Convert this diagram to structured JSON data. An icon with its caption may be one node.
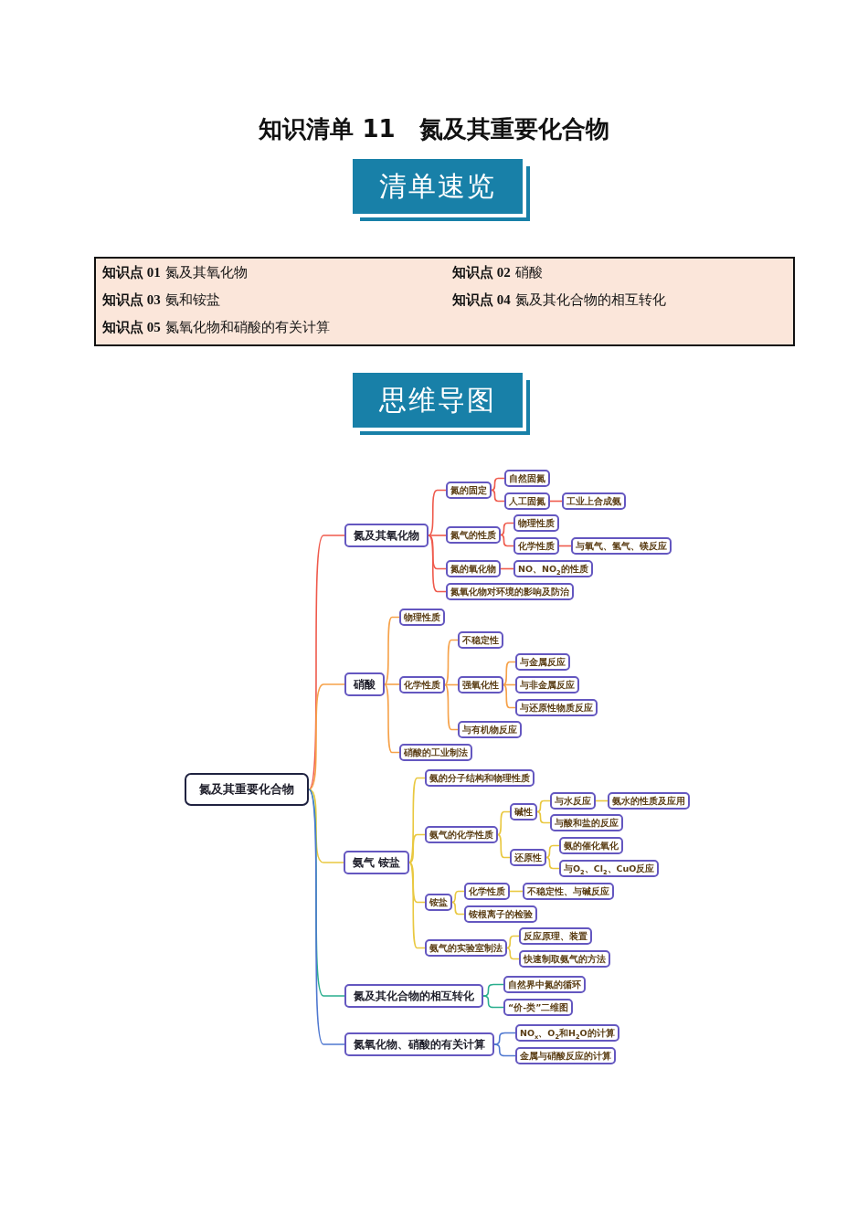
{
  "diagram": {
    "title": "知识清单 11　氮及其重要化合物",
    "labels": [
      "清单速览",
      "**知识点 01** 氮及其氧化物",
      "**知识点 02** 硝酸",
      "**知识点 03** 氨和铵盐",
      "**知识点 04** 氮及其化合物的相互转化",
      "**知识点 05** 氮氧化物和硝酸的有关计算",
      "思维导图"
    ],
    "nodes": [
      {
        "text": [
          "氮及其重要化合物"
        ]
      },
      {
        "text": [
          "氮及其氧化物"
        ]
      },
      {
        "text": [
          "氮的固定"
        ]
      },
      {
        "text": [
          "自然固氮"
        ]
      },
      {
        "text": [
          "人工固氮"
        ]
      },
      {
        "text": [
          "工业上合成氨"
        ]
      },
      {
        "text": [
          "氮气的性质"
        ]
      },
      {
        "text": [
          "物理性质"
        ]
      },
      {
        "text": [
          "化学性质"
        ]
      },
      {
        "text": [
          "与氧气、氢气、镁反应"
        ]
      },
      {
        "text": [
          "氮的氧化物"
        ]
      },
      {
        "text": [
          "NO、NO$_{2}$的性质"
        ]
      },
      {
        "text": [
          "氮氧化物对环境的影响及防治"
        ]
      },
      {
        "text": [
          "硝酸"
        ]
      },
      {
        "text": [
          "物理性质"
        ]
      },
      {
        "text": [
          "化学性质"
        ]
      },
      {
        "text": [
          "不稳定性"
        ]
      },
      {
        "text": [
          "强氧化性"
        ]
      },
      {
        "text": [
          "与金属反应"
        ]
      },
      {
        "text": [
          "与非金属反应"
        ]
      },
      {
        "text": [
          "与还原性物质反应"
        ]
      },
      {
        "text": [
          "与有机物反应"
        ]
      },
      {
        "text": [
          "硝酸的工业制法"
        ]
      },
      {
        "text": [
          "氨气 铵盐"
        ]
      },
      {
        "text": [
          "氨的分子结构和物理性质"
        ]
      },
      {
        "text": [
          "氨气的化学性质"
        ]
      },
      {
        "text": [
          "碱性"
        ]
      },
      {
        "text": [
          "与水反应"
        ]
      },
      {
        "text": [
          "氨水的性质及应用"
        ]
      },
      {
        "text": [
          "与酸和盐的反应"
        ]
      },
      {
        "text": [
          "还原性"
        ]
      },
      {
        "text": [
          "氨的催化氧化"
        ]
      },
      {
        "text": [
          "与O$_{2}$、Cl$_{2}$、CuO反应"
        ]
      },
      {
        "text": [
          "铵盐"
        ]
      },
      {
        "text": [
          "化学性质"
        ]
      },
      {
        "text": [
          "不稳定性、与碱反应"
        ]
      },
      {
        "text": [
          "铵根离子的检验"
        ]
      },
      {
        "text": [
          "氨气的实验室制法"
        ]
      },
      {
        "text": [
          "反应原理、装置"
        ]
      },
      {
        "text": [
          "快速制取氨气的方法"
        ]
      },
      {
        "text": [
          "氮及其化合物的相互转化"
        ]
      },
      {
        "text": [
          "自然界中氮的循环"
        ]
      },
      {
        "text": [
          "“价-类”二维图"
        ]
      },
      {
        "text": [
          "氮氧化物、硝酸的有关计算"
        ]
      },
      {
        "text": [
          "NO$_{x}$、O$_{2}$和H$_{2}$O的计算"
        ]
      },
      {
        "text": [
          "金属与硝酸反应的计算"
        ]
      }
    ],
    "edges": [
      {
        "from": 0,
        "to": 1,
        "arrow": "none",
        "color": "#ef5a4c"
      },
      {
        "from": 1,
        "to": 2,
        "arrow": "none",
        "color": "#ef5a4c"
      },
      {
        "from": 2,
        "to": 3,
        "arrow": "none",
        "color": "#ef5a4c"
      },
      {
        "from": 2,
        "to": 4,
        "arrow": "none",
        "color": "#ef5a4c"
      },
      {
        "from": 4,
        "to": 5,
        "arrow": "none",
        "color": "#ef5a4c"
      },
      {
        "from": 1,
        "to": 6,
        "arrow": "none",
        "color": "#ef5a4c"
      },
      {
        "from": 6,
        "to": 7,
        "arrow": "none",
        "color": "#ef5a4c"
      },
      {
        "from": 6,
        "to": 8,
        "arrow": "none",
        "color": "#ef5a4c"
      },
      {
        "from": 8,
        "to": 9,
        "arrow": "none",
        "color": "#ef5a4c"
      },
      {
        "from": 1,
        "to": 10,
        "arrow": "none",
        "color": "#ef5a4c"
      },
      {
        "from": 10,
        "to": 11,
        "arrow": "none",
        "color": "#ef5a4c"
      },
      {
        "from": 1,
        "to": 12,
        "arrow": "none",
        "color": "#ef5a4c"
      },
      {
        "from": 0,
        "to": 13,
        "arrow": "none",
        "color": "#f6a24a"
      },
      {
        "from": 13,
        "to": 14,
        "arrow": "none",
        "color": "#f6a24a"
      },
      {
        "from": 13,
        "to": 15,
        "arrow": "none",
        "color": "#f6a24a"
      },
      {
        "from": 15,
        "to": 16,
        "arrow": "none",
        "color": "#f6a24a"
      },
      {
        "from": 15,
        "to": 17,
        "arrow": "none",
        "color": "#f6a24a"
      },
      {
        "from": 17,
        "to": 18,
        "arrow": "none",
        "color": "#f6a24a"
      },
      {
        "from": 17,
        "to": 19,
        "arrow": "none",
        "color": "#f6a24a"
      },
      {
        "from": 17,
        "to": 20,
        "arrow": "none",
        "color": "#f6a24a"
      },
      {
        "from": 15,
        "to": 21,
        "arrow": "none",
        "color": "#f6a24a"
      },
      {
        "from": 13,
        "to": 22,
        "arrow": "none",
        "color": "#f6a24a"
      },
      {
        "from": 0,
        "to": 23,
        "arrow": "none"
      },
      {
        "from": 23,
        "to": 24,
        "arrow": "none"
      },
      {
        "from": 23,
        "to": 25,
        "arrow": "none"
      },
      {
        "from": 25,
        "to": 26,
        "arrow": "none"
      },
      {
        "from": 26,
        "to": 27,
        "arrow": "none"
      },
      {
        "from": 27,
        "to": 28,
        "arrow": "none"
      },
      {
        "from": 26,
        "to": 29,
        "arrow": "none"
      },
      {
        "from": 25,
        "to": 30,
        "arrow": "none"
      },
      {
        "from": 30,
        "to": 31,
        "arrow": "none"
      },
      {
        "from": 30,
        "to": 32,
        "arrow": "none"
      },
      {
        "from": 23,
        "to": 33,
        "arrow": "none"
      },
      {
        "from": 33,
        "to": 34,
        "arrow": "none"
      },
      {
        "from": 34,
        "to": 35,
        "arrow": "none"
      },
      {
        "from": 33,
        "to": 36,
        "arrow": "none"
      },
      {
        "from": 23,
        "to": 37,
        "arrow": "none"
      },
      {
        "from": 37,
        "to": 38,
        "arrow": "none"
      },
      {
        "from": 37,
        "to": 39,
        "arrow": "none"
      },
      {
        "from": 0,
        "to": 40,
        "arrow": "none",
        "color": "#2aae8e"
      },
      {
        "from": 40,
        "to": 41,
        "arrow": "none",
        "color": "#2aae8e"
      },
      {
        "from": 40,
        "to": 42,
        "arrow": "none",
        "color": "#2aae8e"
      },
      {
        "from": 0,
        "to": 43,
        "arrow": "none",
        "color": "#4f78d0"
      },
      {
        "from": 43,
        "to": 44,
        "arrow": "none",
        "color": "#4f78d0"
      },
      {
        "from": 43,
        "to": 45,
        "arrow": "none",
        "color": "#4f78d0"
      }
    ]
  }
}
